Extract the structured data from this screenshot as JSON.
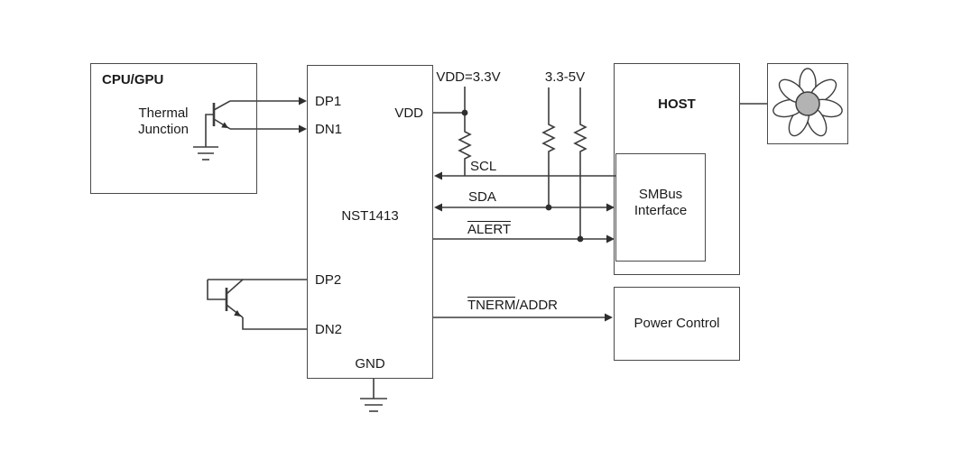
{
  "diagram": {
    "cpu_gpu": {
      "title": "CPU/GPU",
      "label_line1": "Thermal",
      "label_line2": "Junction"
    },
    "ic": {
      "name": "NST1413",
      "pin_dp1": "DP1",
      "pin_dn1": "DN1",
      "pin_dp2": "DP2",
      "pin_dn2": "DN2",
      "pin_vdd": "VDD",
      "pin_gnd": "GND"
    },
    "host": {
      "title": "HOST",
      "smbus_line1": "SMBus",
      "smbus_line2": "Interface"
    },
    "power_control": {
      "title": "Power Control"
    },
    "supplies": {
      "vdd_rail": "VDD=3.3V",
      "pullup_rail": "3.3-5V"
    },
    "signals": {
      "scl": "SCL",
      "sda": "SDA",
      "alert": "ALERT",
      "therm": "TNERM",
      "therm_suffix": "/ADDR"
    },
    "icons": {
      "fan": "fan-icon",
      "ground": "ground-icon",
      "resistor": "resistor-icon",
      "transistor": "transistor-icon"
    },
    "colors": {
      "wire": "#3d3d3d",
      "border": "#4a4a4a",
      "fan_hub": "#b3b3b3",
      "background": "#ffffff"
    }
  }
}
